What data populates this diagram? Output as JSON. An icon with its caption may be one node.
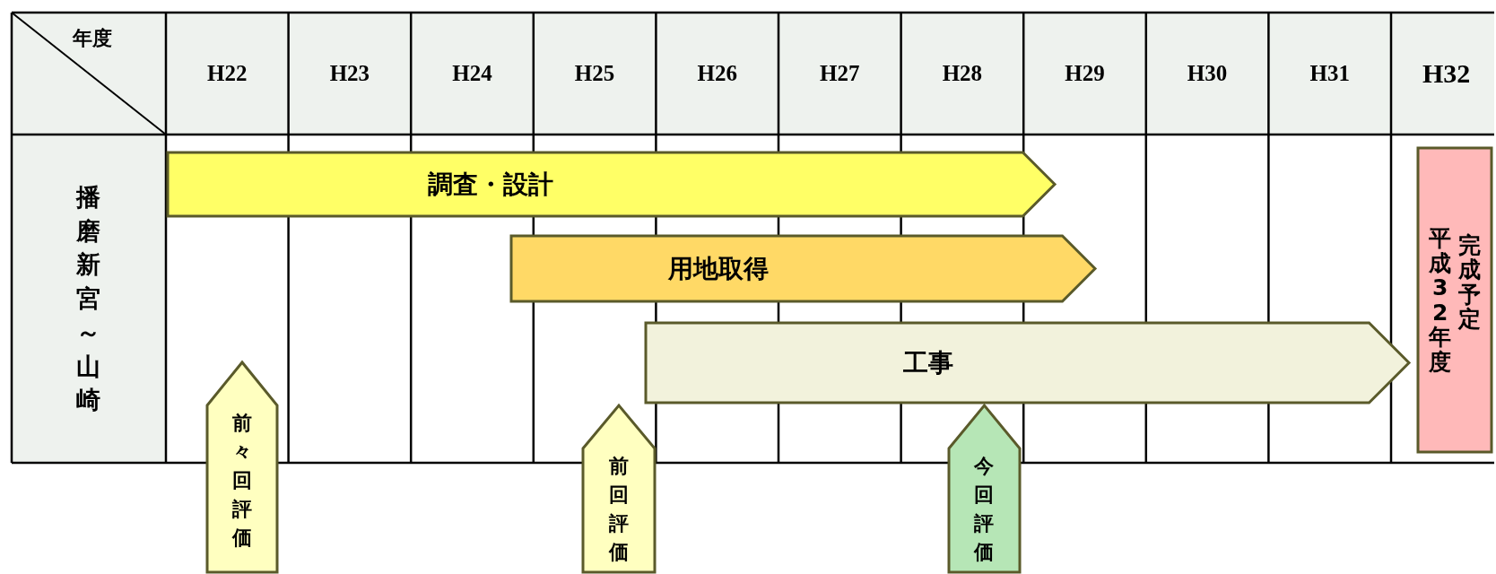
{
  "diagram": {
    "nodes": [
      {
        "text": [
          "調査・設計"
        ]
      },
      {
        "text": [
          "用地取得"
        ]
      },
      {
        "text": [
          "工事"
        ]
      },
      {
        "text": [
          "平成32年度",
          "完成予定"
        ]
      },
      {
        "text": [
          "前々回評価"
        ]
      },
      {
        "text": [
          "前回評価"
        ]
      },
      {
        "text": [
          "今回評価"
        ]
      }
    ],
    "edges": [],
    "labels": [
      "年度",
      "H22",
      "H23",
      "H24",
      "H25",
      "H26",
      "H27",
      "H28",
      "H29",
      "H30",
      "H31",
      "H32",
      "播磨新宮～山崎"
    ]
  }
}
